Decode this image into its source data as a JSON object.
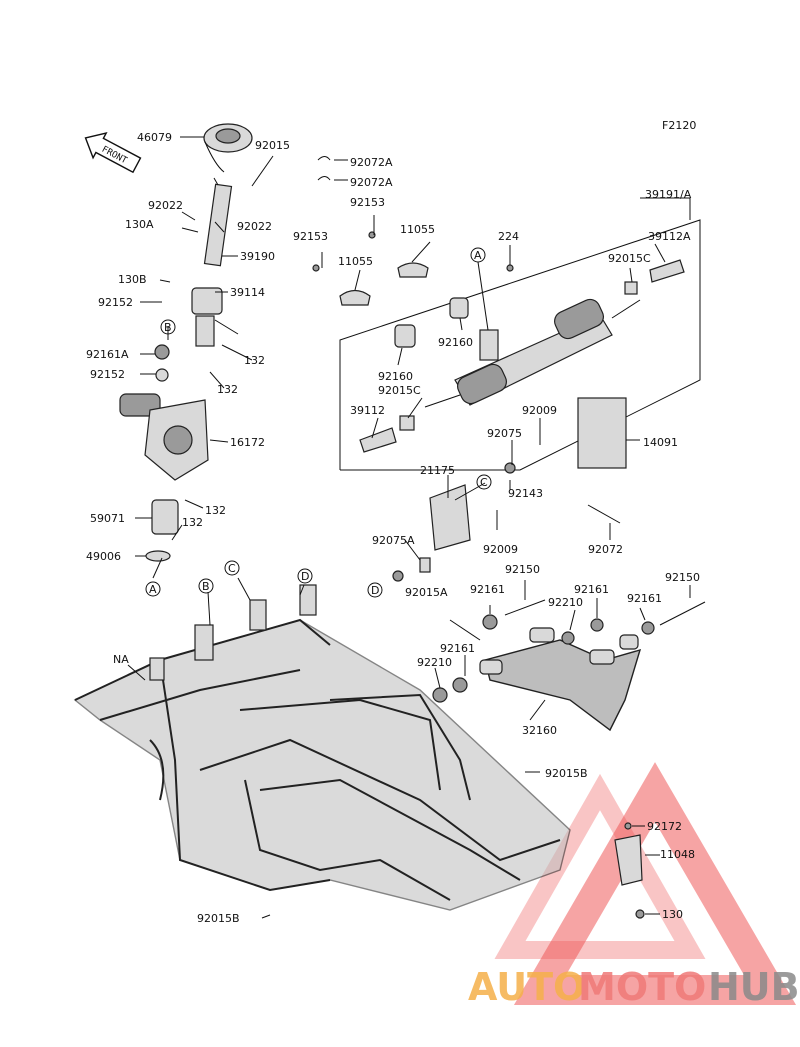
{
  "figure_code": "F2120",
  "front_label": "FRONT",
  "watermark": {
    "text_auto": "AUTO",
    "text_moto": "MOTO",
    "text_hub": "HUB",
    "color_auto": "#f5b04a",
    "color_moto": "#ef7a78",
    "color_hub": "#8a8a8a",
    "triangle_color": "#ef5a5a"
  },
  "callout_letters": [
    "A",
    "B",
    "C",
    "D"
  ],
  "parts": [
    "46079",
    "92015",
    "92072A",
    "92072A",
    "92022",
    "92022",
    "130A",
    "39190",
    "130B",
    "39114",
    "92152",
    "132",
    "92161A",
    "132",
    "92152",
    "16172",
    "132",
    "59071",
    "132",
    "49006",
    "92153",
    "11055",
    "92153",
    "11055",
    "224",
    "39191/A",
    "39112A",
    "92015C",
    "92160",
    "92160",
    "92015C",
    "39112",
    "92009",
    "92075",
    "14091",
    "92143",
    "21175",
    "92009",
    "92072",
    "92075A",
    "92015A",
    "92150",
    "92150",
    "92161",
    "92210",
    "92161",
    "92161",
    "92161",
    "92210",
    "32160",
    "NA",
    "92015B",
    "92172",
    "11048",
    "130",
    "92015B"
  ]
}
